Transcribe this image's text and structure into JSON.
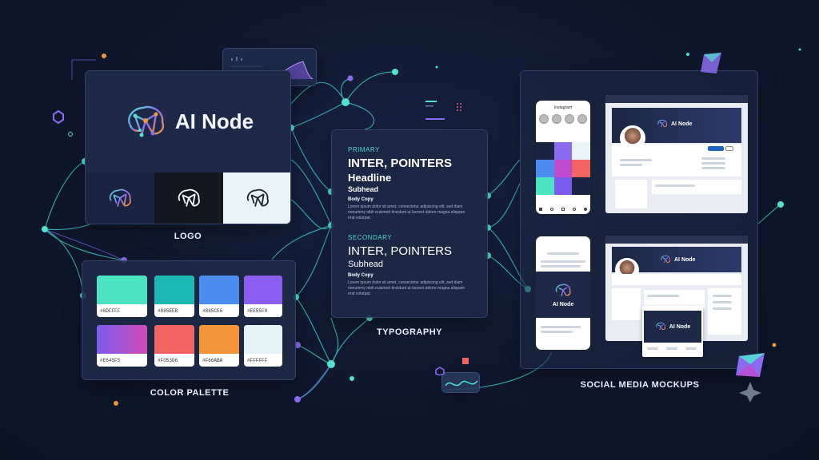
{
  "logo": {
    "wordmark": "AI Node",
    "caption": "LOGO"
  },
  "palette": {
    "caption": "COLOR PALETTE",
    "swatches": [
      {
        "code": "#6DFFFF",
        "color": "#4be3c0"
      },
      {
        "code": "#885EEB",
        "color": "#1bb7b3"
      },
      {
        "code": "#885CE6",
        "color": "#4a8cf0"
      },
      {
        "code": "#EE55F0",
        "color": "#8c5df0"
      },
      {
        "code": "#E64SF5",
        "color": "linear-gradient(90deg,#7c5cf0,#d04bb5)"
      },
      {
        "code": "#FO53D6",
        "color": "#f26461"
      },
      {
        "code": "#F66ABA",
        "color": "#f5953a"
      },
      {
        "code": "#FFFFFF",
        "color": "#e6f3f6"
      }
    ]
  },
  "typography": {
    "caption": "TYPOGRAPHY",
    "primary_label": "PRIMARY",
    "primary_font": "INTER, POINTERS",
    "headline": "Headline",
    "subhead": "Subhead",
    "body_copy": "Body Copy",
    "lorem_1": "Lorem ipsum dolor sit amet, consectetur adipiscing elit, sed diam nonummy nibh euismod tincidunt ut laoreet dolore magna aliquam erat volutpat.",
    "secondary_label": "SECONDARY",
    "secondary_font": "INTER, POINTERS",
    "subhead_2": "Subhead",
    "body_copy_2": "Body Copy",
    "lorem_2": "Lorem ipsum dolor sit amet, consectetur adipiscing elit, sed diam nonummy nibh euismod tincidunt ut laoreet dolore magna aliquam erat volutpat."
  },
  "social": {
    "caption": "SOCIAL MEDIA MOCKUPS",
    "instagram_title": "Instagram",
    "brand_label": "AI Node"
  },
  "colors": {
    "accent_teal": "#4fe3d0",
    "accent_purple": "#8b6cf0",
    "background": "#0f172d"
  }
}
